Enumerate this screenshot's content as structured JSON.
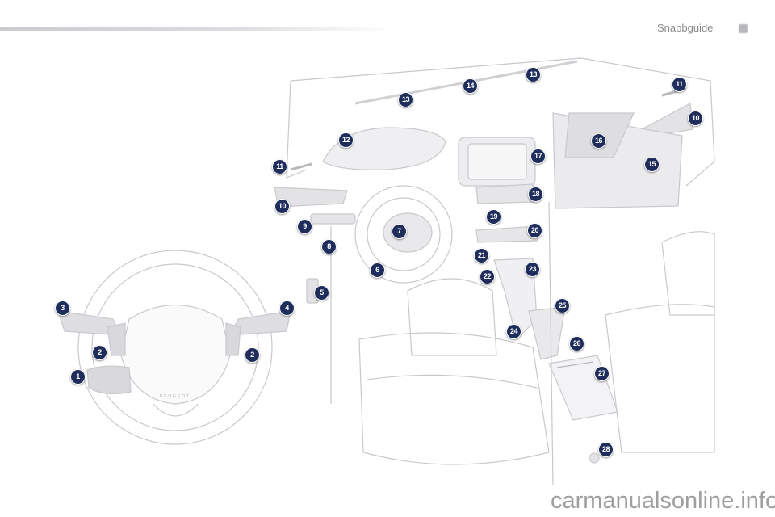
{
  "header": {
    "section_title": "Snabbguide"
  },
  "illustration": {
    "logo_text": "PEUGEOT"
  },
  "callouts": [
    {
      "id": "1",
      "label": "1"
    },
    {
      "id": "2a",
      "label": "2"
    },
    {
      "id": "2b",
      "label": "2"
    },
    {
      "id": "3",
      "label": "3"
    },
    {
      "id": "4",
      "label": "4"
    },
    {
      "id": "5",
      "label": "5"
    },
    {
      "id": "6",
      "label": "6"
    },
    {
      "id": "7",
      "label": "7"
    },
    {
      "id": "8",
      "label": "8"
    },
    {
      "id": "9",
      "label": "9"
    },
    {
      "id": "10a",
      "label": "10"
    },
    {
      "id": "10b",
      "label": "10"
    },
    {
      "id": "11a",
      "label": "11"
    },
    {
      "id": "11b",
      "label": "11"
    },
    {
      "id": "12",
      "label": "12"
    },
    {
      "id": "13a",
      "label": "13"
    },
    {
      "id": "13b",
      "label": "13"
    },
    {
      "id": "14",
      "label": "14"
    },
    {
      "id": "15",
      "label": "15"
    },
    {
      "id": "16",
      "label": "16"
    },
    {
      "id": "17",
      "label": "17"
    },
    {
      "id": "18",
      "label": "18"
    },
    {
      "id": "19",
      "label": "19"
    },
    {
      "id": "20",
      "label": "20"
    },
    {
      "id": "21",
      "label": "21"
    },
    {
      "id": "22",
      "label": "22"
    },
    {
      "id": "23",
      "label": "23"
    },
    {
      "id": "24",
      "label": "24"
    },
    {
      "id": "25",
      "label": "25"
    },
    {
      "id": "26",
      "label": "26"
    },
    {
      "id": "27",
      "label": "27"
    },
    {
      "id": "28",
      "label": "28"
    }
  ],
  "watermark": "carmanualsonline.info",
  "colors": {
    "badge": "#1f2d5c",
    "line": "#c8c8cc"
  }
}
